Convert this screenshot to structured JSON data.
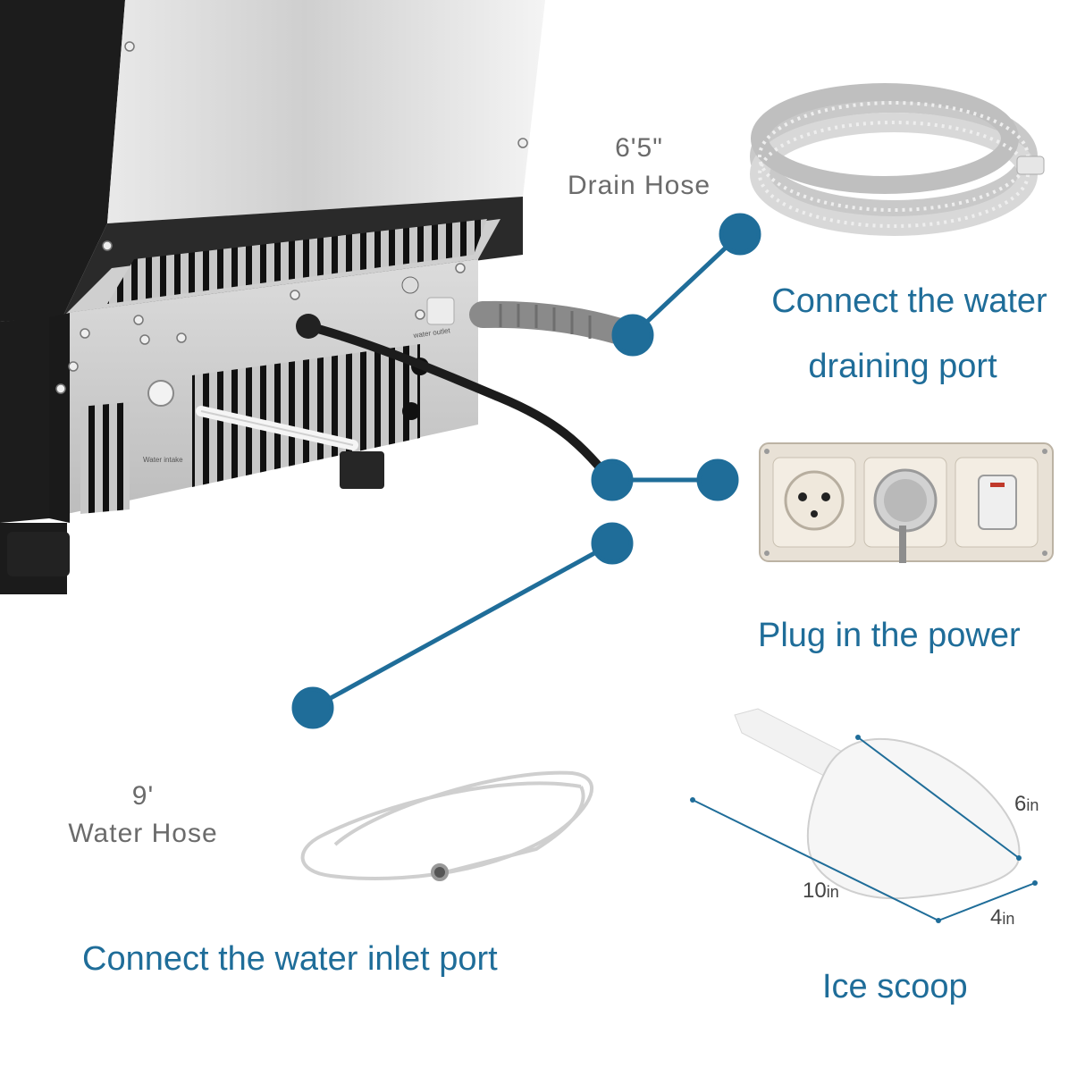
{
  "drain_hose": {
    "length": "6'5\"",
    "name": "Drain Hose",
    "caption_line1": "Connect the water",
    "caption_line2": "draining port"
  },
  "power": {
    "caption": "Plug in the power"
  },
  "water_hose": {
    "length": "9'",
    "name": "Water Hose",
    "caption": "Connect the water inlet port"
  },
  "ice_scoop": {
    "caption": "Ice scoop",
    "dim_a_value": "6",
    "dim_b_value": "10",
    "dim_c_value": "4",
    "unit": "in"
  },
  "machine_labels": {
    "outlet": "water outlet",
    "intake": "Water intake"
  },
  "colors": {
    "accent": "#1f6d99",
    "label_gray": "#6b6b6b"
  }
}
